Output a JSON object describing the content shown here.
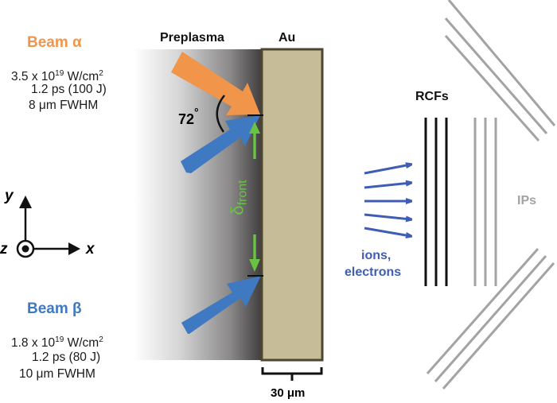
{
  "beams": [
    {
      "name": "Beam α",
      "color": "#f0954a",
      "intensity_base": "3.5 x 10",
      "intensity_exp": "19",
      "intensity_unit": " W/cm",
      "intensity_unit_exp": "2",
      "duration": "1.2 ps (100 J)",
      "focal_spot": "8 μm FWHM"
    },
    {
      "name": "Beam β",
      "color": "#3e79c1",
      "intensity_base": "1.8 x 10",
      "intensity_exp": "19",
      "intensity_unit": " W/cm",
      "intensity_unit_exp": "2",
      "duration": "1.2 ps (80 J)",
      "focal_spot": "10 μm FWHM"
    }
  ],
  "labels": {
    "preplasma": "Preplasma",
    "target": "Au",
    "angle": "72",
    "angle_unit": "°",
    "separation_symbol": "δ",
    "separation_subscript": "front",
    "thickness": "30 μm",
    "rcf": "RCFs",
    "ip": "IPs",
    "particles_line1": "ions,",
    "particles_line2": "electrons"
  },
  "axes": {
    "x": "x",
    "y": "y",
    "z": "z"
  },
  "colors": {
    "target_fill": "#c6bd98",
    "target_border": "#4f4630",
    "separation_arrow": "#6ac243",
    "particles": "#3f5db4",
    "rcf": "#111111",
    "ip": "#a3a3a3"
  },
  "diagnostics": {
    "rcf_layers": 3,
    "ip_stack_layers": 3,
    "particle_arrows": 5
  }
}
